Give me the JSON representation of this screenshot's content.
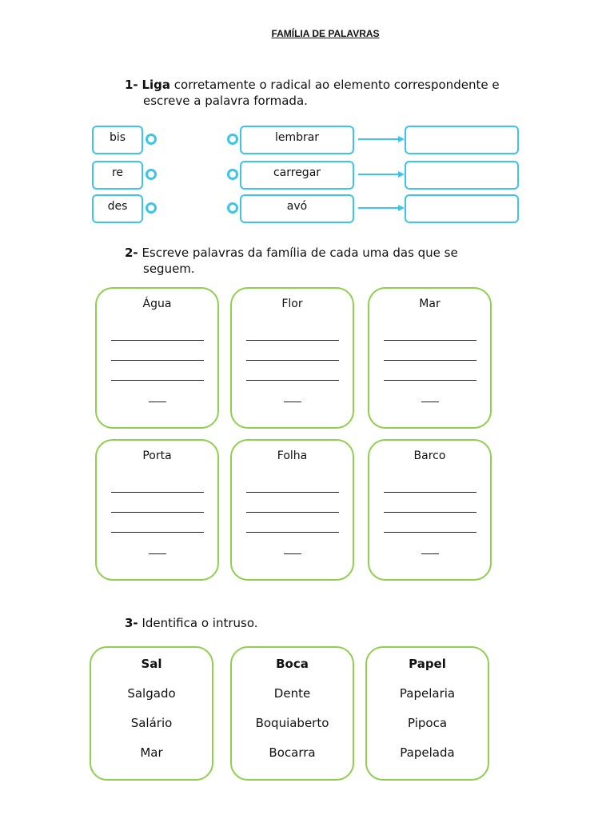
{
  "title": "FAMÍLIA DE PALAVRAS",
  "q1": {
    "num": "1-",
    "bold": "Liga",
    "text1": " corretamente o radical ao elemento correspondente e",
    "text2": "escreve a palavra formada.",
    "radicals": [
      "bis",
      "re",
      "des"
    ],
    "words": [
      "lembrar",
      "carregar",
      "avó"
    ]
  },
  "q2": {
    "num": "2-",
    "text1": " Escreve palavras da família de cada uma das que se",
    "text2": "seguem.",
    "boxes": [
      "Água",
      "Flor",
      "Mar",
      "Porta",
      "Folha",
      "Barco"
    ]
  },
  "q3": {
    "num": "3-",
    "text": " Identifica o intruso.",
    "groups": [
      {
        "head": "Sal",
        "words": [
          "Salgado",
          "Salário",
          "Mar"
        ]
      },
      {
        "head": "Boca",
        "words": [
          "Dente",
          "Boquiaberto",
          "Bocarra"
        ]
      },
      {
        "head": "Papel",
        "words": [
          "Papelaria",
          "Pipoca",
          "Papelada"
        ]
      }
    ]
  }
}
